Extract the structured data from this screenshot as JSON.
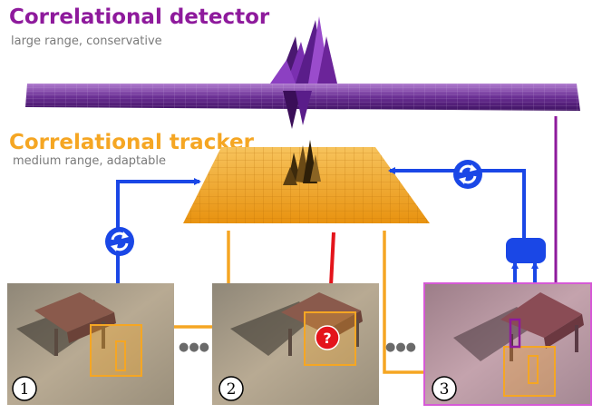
{
  "detector": {
    "title": "Correlational detector",
    "subtitle": "large range, conservative"
  },
  "tracker": {
    "title": "Correlational tracker",
    "subtitle": "medium range, adaptable"
  },
  "frames": [
    {
      "number": "1"
    },
    {
      "number": "2",
      "marker": "?"
    },
    {
      "number": "3"
    }
  ],
  "ellipsis": "●●●",
  "colors": {
    "detector": "#8e1a9c",
    "tracker": "#f5a623",
    "update": "#1a47e6",
    "query": "#e4141b",
    "frame3_border": "#d65ad6"
  },
  "icons": {
    "update": "refresh-icon",
    "combiner": "combiner-block",
    "query": "question-marker"
  }
}
